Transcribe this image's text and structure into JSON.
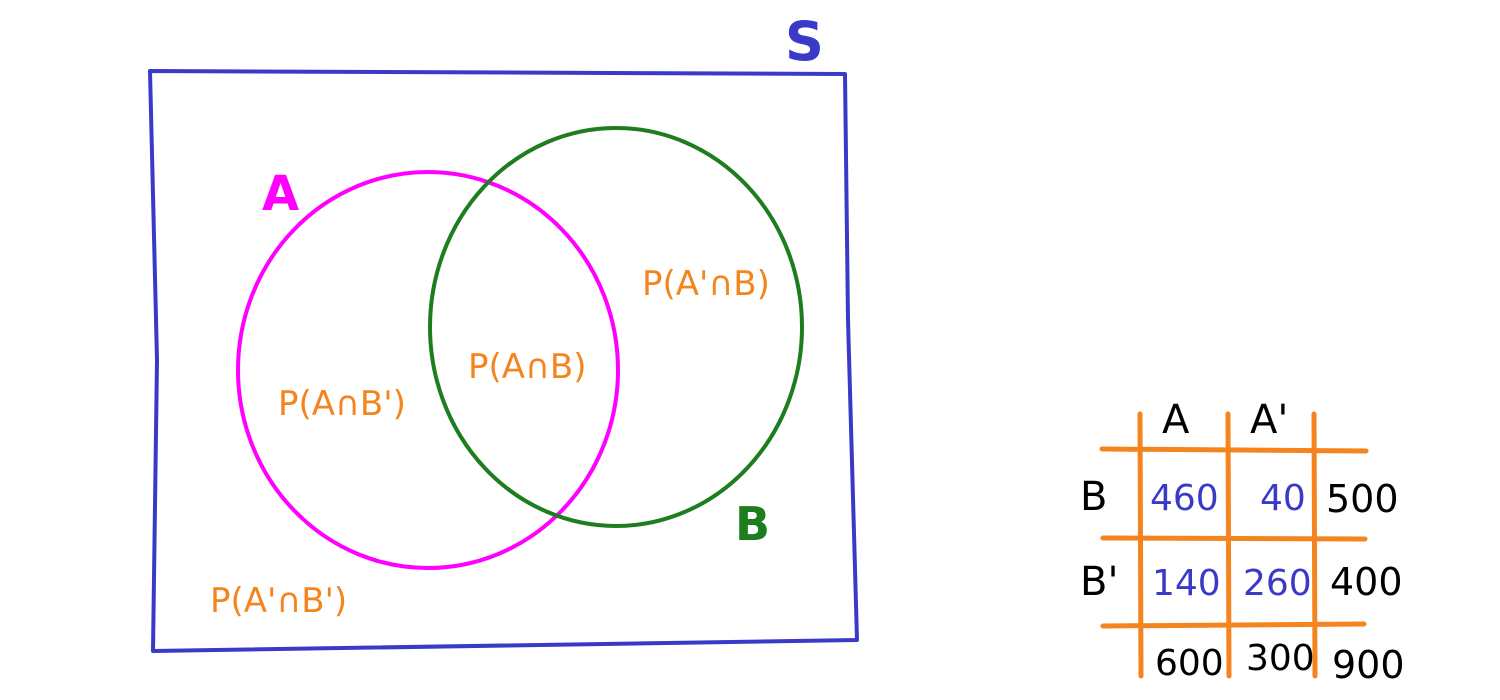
{
  "venn": {
    "universe_label": "S",
    "set_a_label": "A",
    "set_b_label": "B",
    "regions": {
      "a_and_not_b": "P(A∩B')",
      "a_and_b": "P(A∩B)",
      "not_a_and_b": "P(A'∩B)",
      "not_a_and_not_b": "P(A'∩B')"
    }
  },
  "table": {
    "col_headers": [
      "A",
      "A'"
    ],
    "rows": [
      {
        "label": "B",
        "cells": [
          "460",
          "40"
        ],
        "total": "500"
      },
      {
        "label": "B'",
        "cells": [
          "140",
          "260"
        ],
        "total": "400"
      }
    ],
    "col_totals": [
      "600",
      "300"
    ],
    "grand_total": "900"
  },
  "colors": {
    "universe": "#3a3ac8",
    "set_a": "#ff00ff",
    "set_b": "#1e7d1e",
    "region_text": "#f5841f",
    "grid": "#f5841f",
    "cell_values": "#3a3ac8",
    "totals": "#000000"
  }
}
